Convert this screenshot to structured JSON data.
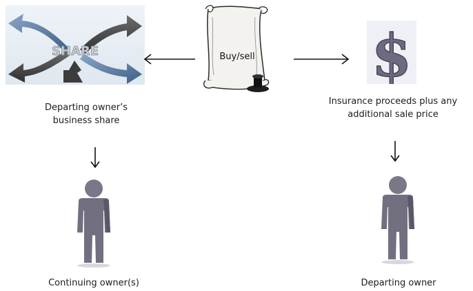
{
  "share_graphic": {
    "text": "SHARE",
    "icon": "share-arrows-icon"
  },
  "scroll": {
    "label": "Buy/sell",
    "icon": "scroll-contract-icon"
  },
  "dollar": {
    "symbol": "$",
    "icon": "dollar-sign-icon"
  },
  "left_branch": {
    "caption_line1": "Departing owner’s",
    "caption_line2": "business share",
    "person_label": "Continuing owner(s)",
    "person_icon": "person-icon"
  },
  "right_branch": {
    "caption_line1": "Insurance proceeds plus any",
    "caption_line2": "additional sale price",
    "person_label": "Departing owner",
    "person_icon": "person-icon"
  },
  "colors": {
    "person": "#727080",
    "person_shade": "#5a5868",
    "arrow_blue": "#3f6fa8",
    "dollar": "#6e6a80"
  }
}
